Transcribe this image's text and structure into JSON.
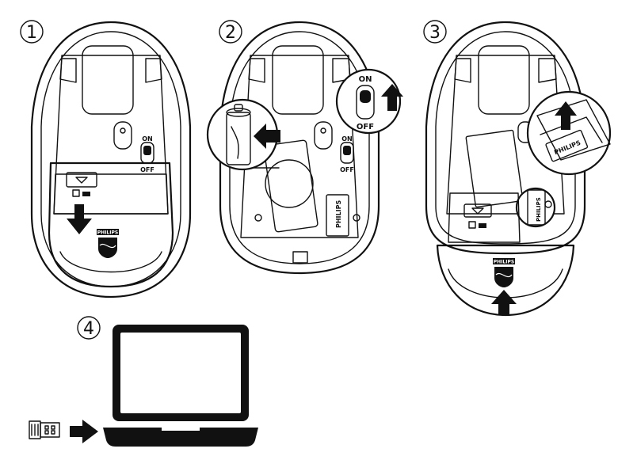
{
  "steps": [
    {
      "number": "1",
      "switch_on": "ON",
      "switch_off": "OFF",
      "brand": "PHILIPS"
    },
    {
      "number": "2",
      "switch_on": "ON",
      "switch_off": "OFF",
      "zoom_switch_on": "ON",
      "zoom_switch_off": "OFF",
      "brand": "PHILIPS"
    },
    {
      "number": "3",
      "brand": "PHILIPS",
      "zoom_brand": "PHILIPS",
      "receiver_brand": "PHILIPS"
    },
    {
      "number": "4"
    }
  ],
  "colors": {
    "ink": "#111111",
    "background": "#ffffff"
  }
}
